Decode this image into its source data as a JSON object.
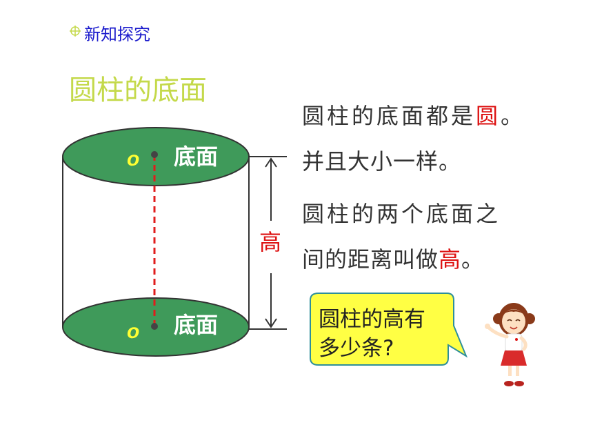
{
  "header": {
    "section_label": "新知探究"
  },
  "title": "圆柱的底面",
  "diagram": {
    "top_label": "底面",
    "bottom_label": "底面",
    "center_letter_top": "o",
    "center_letter_bottom": "o",
    "height_label": "高"
  },
  "explanations": [
    {
      "before": "圆柱的底面都是",
      "highlight": "圆",
      "after": "。"
    },
    {
      "before": "并且大小一样。",
      "highlight": "",
      "after": ""
    },
    {
      "before": "圆柱的两个底面之",
      "highlight": "",
      "after": ""
    },
    {
      "before": "间的距离叫做",
      "highlight": "高",
      "after": "。"
    }
  ],
  "speech_bubble": {
    "line1": "圆柱的高有",
    "line2": "多少条?"
  },
  "colors": {
    "base_fill": "#3f9a5a",
    "title": "#c4d94a",
    "section": "#1a1acc",
    "highlight": "#dd1111",
    "bubble_fill": "#ffff44",
    "bubble_border": "#2e8f9a"
  }
}
